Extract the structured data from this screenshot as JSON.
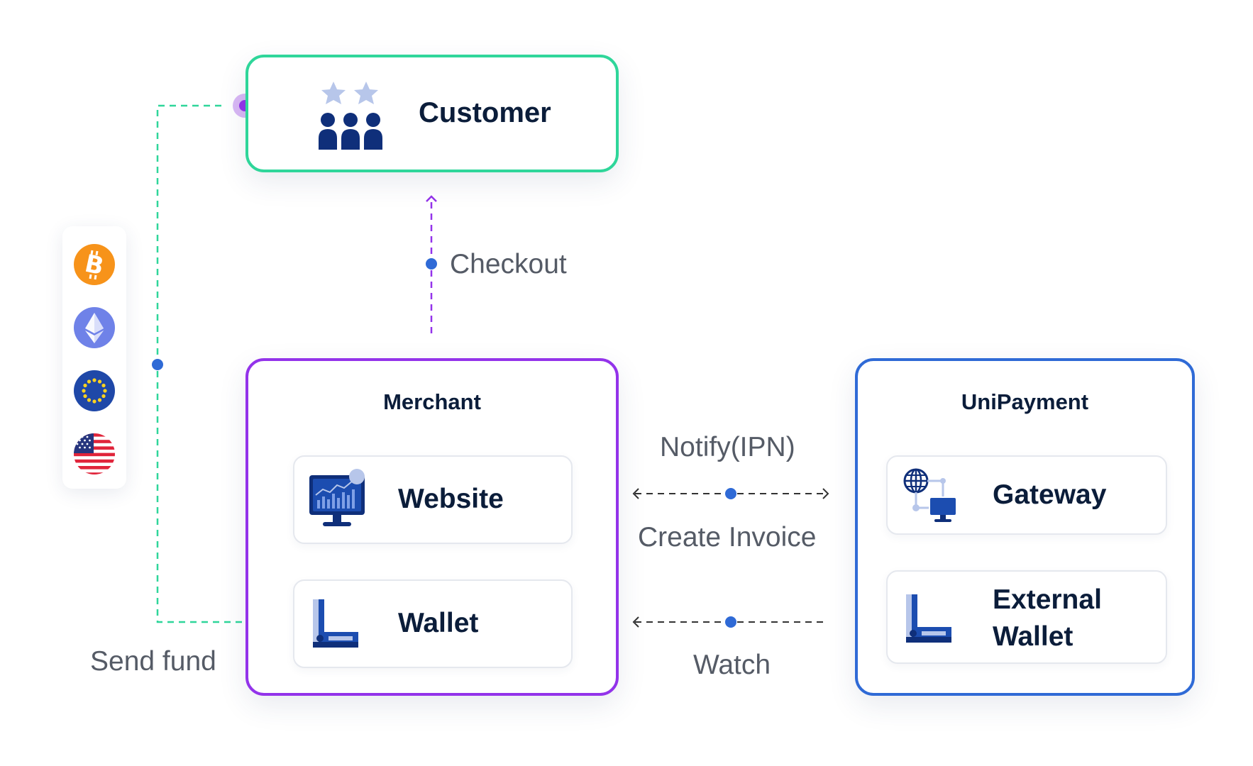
{
  "nodes": {
    "customer": {
      "label": "Customer"
    },
    "merchant": {
      "title": "Merchant",
      "website_label": "Website",
      "wallet_label": "Wallet"
    },
    "unipayment": {
      "title": "UniPayment",
      "gateway_label": "Gateway",
      "external_wallet_label_line1": "External",
      "external_wallet_label_line2": "Wallet"
    }
  },
  "edges": {
    "checkout": "Checkout",
    "notify": "Notify(IPN)",
    "create_invoice": "Create Invoice",
    "watch": "Watch",
    "send_fund": "Send fund"
  },
  "currencies": [
    "bitcoin-icon",
    "ethereum-icon",
    "euro-flag-icon",
    "us-flag-icon"
  ],
  "colors": {
    "customer_border": "#2fd69a",
    "merchant_border": "#9333ea",
    "unipayment_border": "#2f6ad6",
    "connector_dot": "#2f6ad6",
    "send_fund_line": "#2fd69a",
    "checkout_line": "#9333ea",
    "icon_dark": "#0f2f7a",
    "icon_light": "#b7c6ea"
  }
}
